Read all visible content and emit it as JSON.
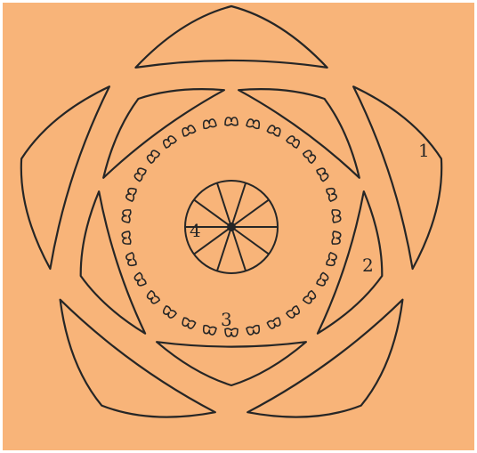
{
  "diagram": {
    "background": "#f8b479",
    "ink": "#262626",
    "labels": {
      "sepal": "1",
      "petal": "2",
      "stamen": "3",
      "ovary": "4"
    },
    "counts": {
      "sepals": 5,
      "petals": 5,
      "stamens": 30,
      "carpels": 10
    }
  }
}
